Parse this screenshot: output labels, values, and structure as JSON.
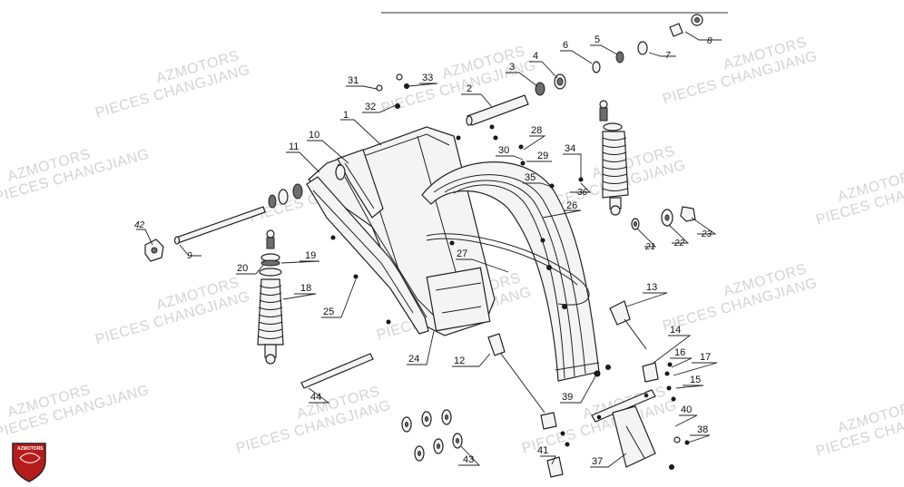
{
  "watermark": {
    "line1": "AZMOTORS",
    "line2": "PIECES CHANGJIANG"
  },
  "logo": {
    "text": "AZMOTORS",
    "colors": {
      "shield": "#b71c1c",
      "border": "#222222"
    }
  },
  "callouts": [
    {
      "id": "c1",
      "label": "1"
    },
    {
      "id": "c2",
      "label": "2"
    },
    {
      "id": "c3",
      "label": "3"
    },
    {
      "id": "c4",
      "label": "4"
    },
    {
      "id": "c5",
      "label": "5"
    },
    {
      "id": "c6",
      "label": "6"
    },
    {
      "id": "c7",
      "label": "7"
    },
    {
      "id": "c8",
      "label": "8"
    },
    {
      "id": "c9",
      "label": "9"
    },
    {
      "id": "c10",
      "label": "10"
    },
    {
      "id": "c11",
      "label": "11"
    },
    {
      "id": "c12",
      "label": "12"
    },
    {
      "id": "c13",
      "label": "13"
    },
    {
      "id": "c14",
      "label": "14"
    },
    {
      "id": "c15",
      "label": "15"
    },
    {
      "id": "c16",
      "label": "16"
    },
    {
      "id": "c17",
      "label": "17"
    },
    {
      "id": "c18",
      "label": "18"
    },
    {
      "id": "c19",
      "label": "19"
    },
    {
      "id": "c20",
      "label": "20"
    },
    {
      "id": "c21",
      "label": "21"
    },
    {
      "id": "c22",
      "label": "22"
    },
    {
      "id": "c23",
      "label": "23"
    },
    {
      "id": "c24",
      "label": "24"
    },
    {
      "id": "c25",
      "label": "25"
    },
    {
      "id": "c26",
      "label": "26"
    },
    {
      "id": "c27",
      "label": "27"
    },
    {
      "id": "c28",
      "label": "28"
    },
    {
      "id": "c29",
      "label": "29"
    },
    {
      "id": "c30",
      "label": "30"
    },
    {
      "id": "c31",
      "label": "31"
    },
    {
      "id": "c32",
      "label": "32"
    },
    {
      "id": "c33",
      "label": "33"
    },
    {
      "id": "c34",
      "label": "34"
    },
    {
      "id": "c35",
      "label": "35"
    },
    {
      "id": "c36",
      "label": "36"
    },
    {
      "id": "c37",
      "label": "37"
    },
    {
      "id": "c38",
      "label": "38"
    },
    {
      "id": "c39",
      "label": "39"
    },
    {
      "id": "c40",
      "label": "40"
    },
    {
      "id": "c41",
      "label": "41"
    },
    {
      "id": "c42",
      "label": "42"
    },
    {
      "id": "c43",
      "label": "43"
    },
    {
      "id": "c44",
      "label": "44"
    }
  ]
}
